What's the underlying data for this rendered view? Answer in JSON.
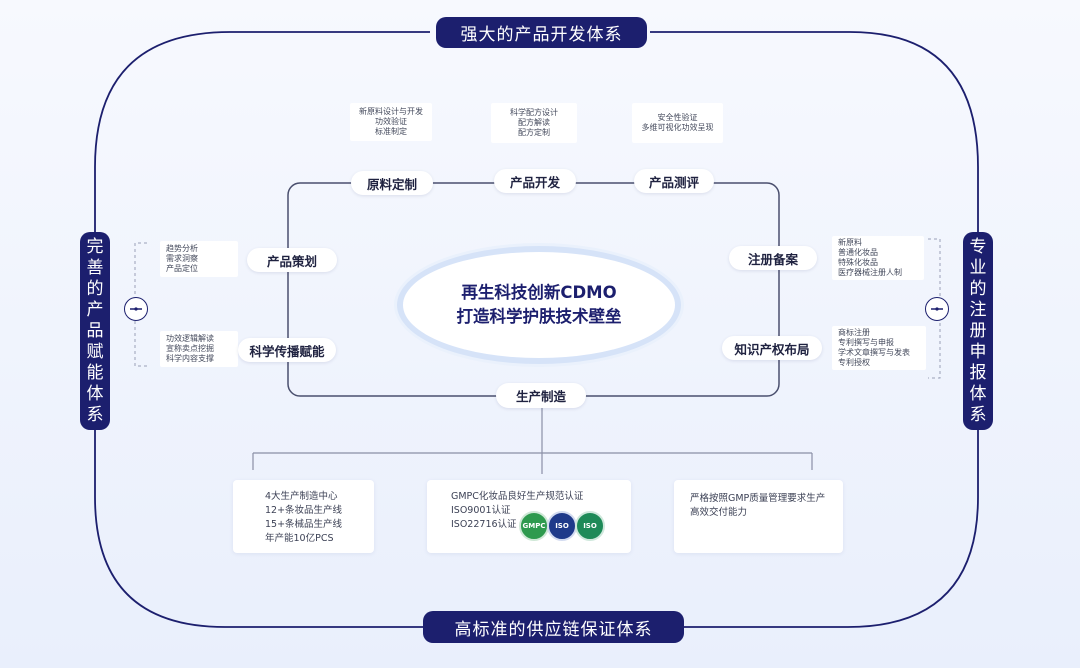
{
  "headers": {
    "top": "强大的产品开发体系",
    "bottom": "高标准的供应链保证体系",
    "left": [
      "完",
      "善",
      "的",
      "产",
      "品",
      "赋",
      "能",
      "体",
      "系"
    ],
    "right": [
      "专",
      "业",
      "的",
      "注",
      "册",
      "申",
      "报",
      "体",
      "系"
    ]
  },
  "center": {
    "line1": "再生科技创新CDMO",
    "line2": "打造科学护肤技术壁垒"
  },
  "nodes": {
    "raw": "原料定制",
    "dev": "产品开发",
    "eval": "产品测评",
    "plan": "产品策划",
    "comm": "科学传播赋能",
    "reg": "注册备案",
    "ip": "知识产权布局",
    "mfg": "生产制造"
  },
  "notes": {
    "raw": [
      "新原料设计与开发",
      "功效验证",
      "标准制定"
    ],
    "dev": [
      "科学配方设计",
      "配方解读",
      "配方定制"
    ],
    "eval": [
      "安全性验证",
      "多维可视化功效呈现"
    ],
    "plan": [
      "趋势分析",
      "需求洞察",
      "产品定位"
    ],
    "comm": [
      "功效逻辑解读",
      "宣称卖点挖掘",
      "科学内容支撑"
    ],
    "reg": [
      "新原料",
      "普通化妆品",
      "特殊化妆品",
      "医疗器械注册人制"
    ],
    "ip": [
      "商标注册",
      "专利撰写与申报",
      "学术文章撰写与发表",
      "专利授权"
    ]
  },
  "cards": {
    "left": [
      "4大生产制造中心",
      "12+条妆品生产线",
      "15+条械品生产线",
      "年产能10亿PCS"
    ],
    "middle": [
      "GMPC化妆品良好生产规范认证",
      "ISO9001认证",
      "ISO22716认证"
    ],
    "right": [
      "严格按照GMP质量管理要求生产",
      "高效交付能力"
    ]
  },
  "icons": {
    "certs": [
      "gmpc-certification-icon",
      "iso-certification-icon",
      "iso-green-certification-icon"
    ],
    "cert_labels": [
      "GMPC",
      "ISO",
      "ISO"
    ],
    "toggles": [
      "left-toggle-icon",
      "right-toggle-icon"
    ]
  },
  "colors": {
    "navy": "#1c1f6e",
    "cert_green": "#2e9a4e",
    "cert_navy": "#1f3a8a",
    "cert_green2": "#1e8a58"
  }
}
